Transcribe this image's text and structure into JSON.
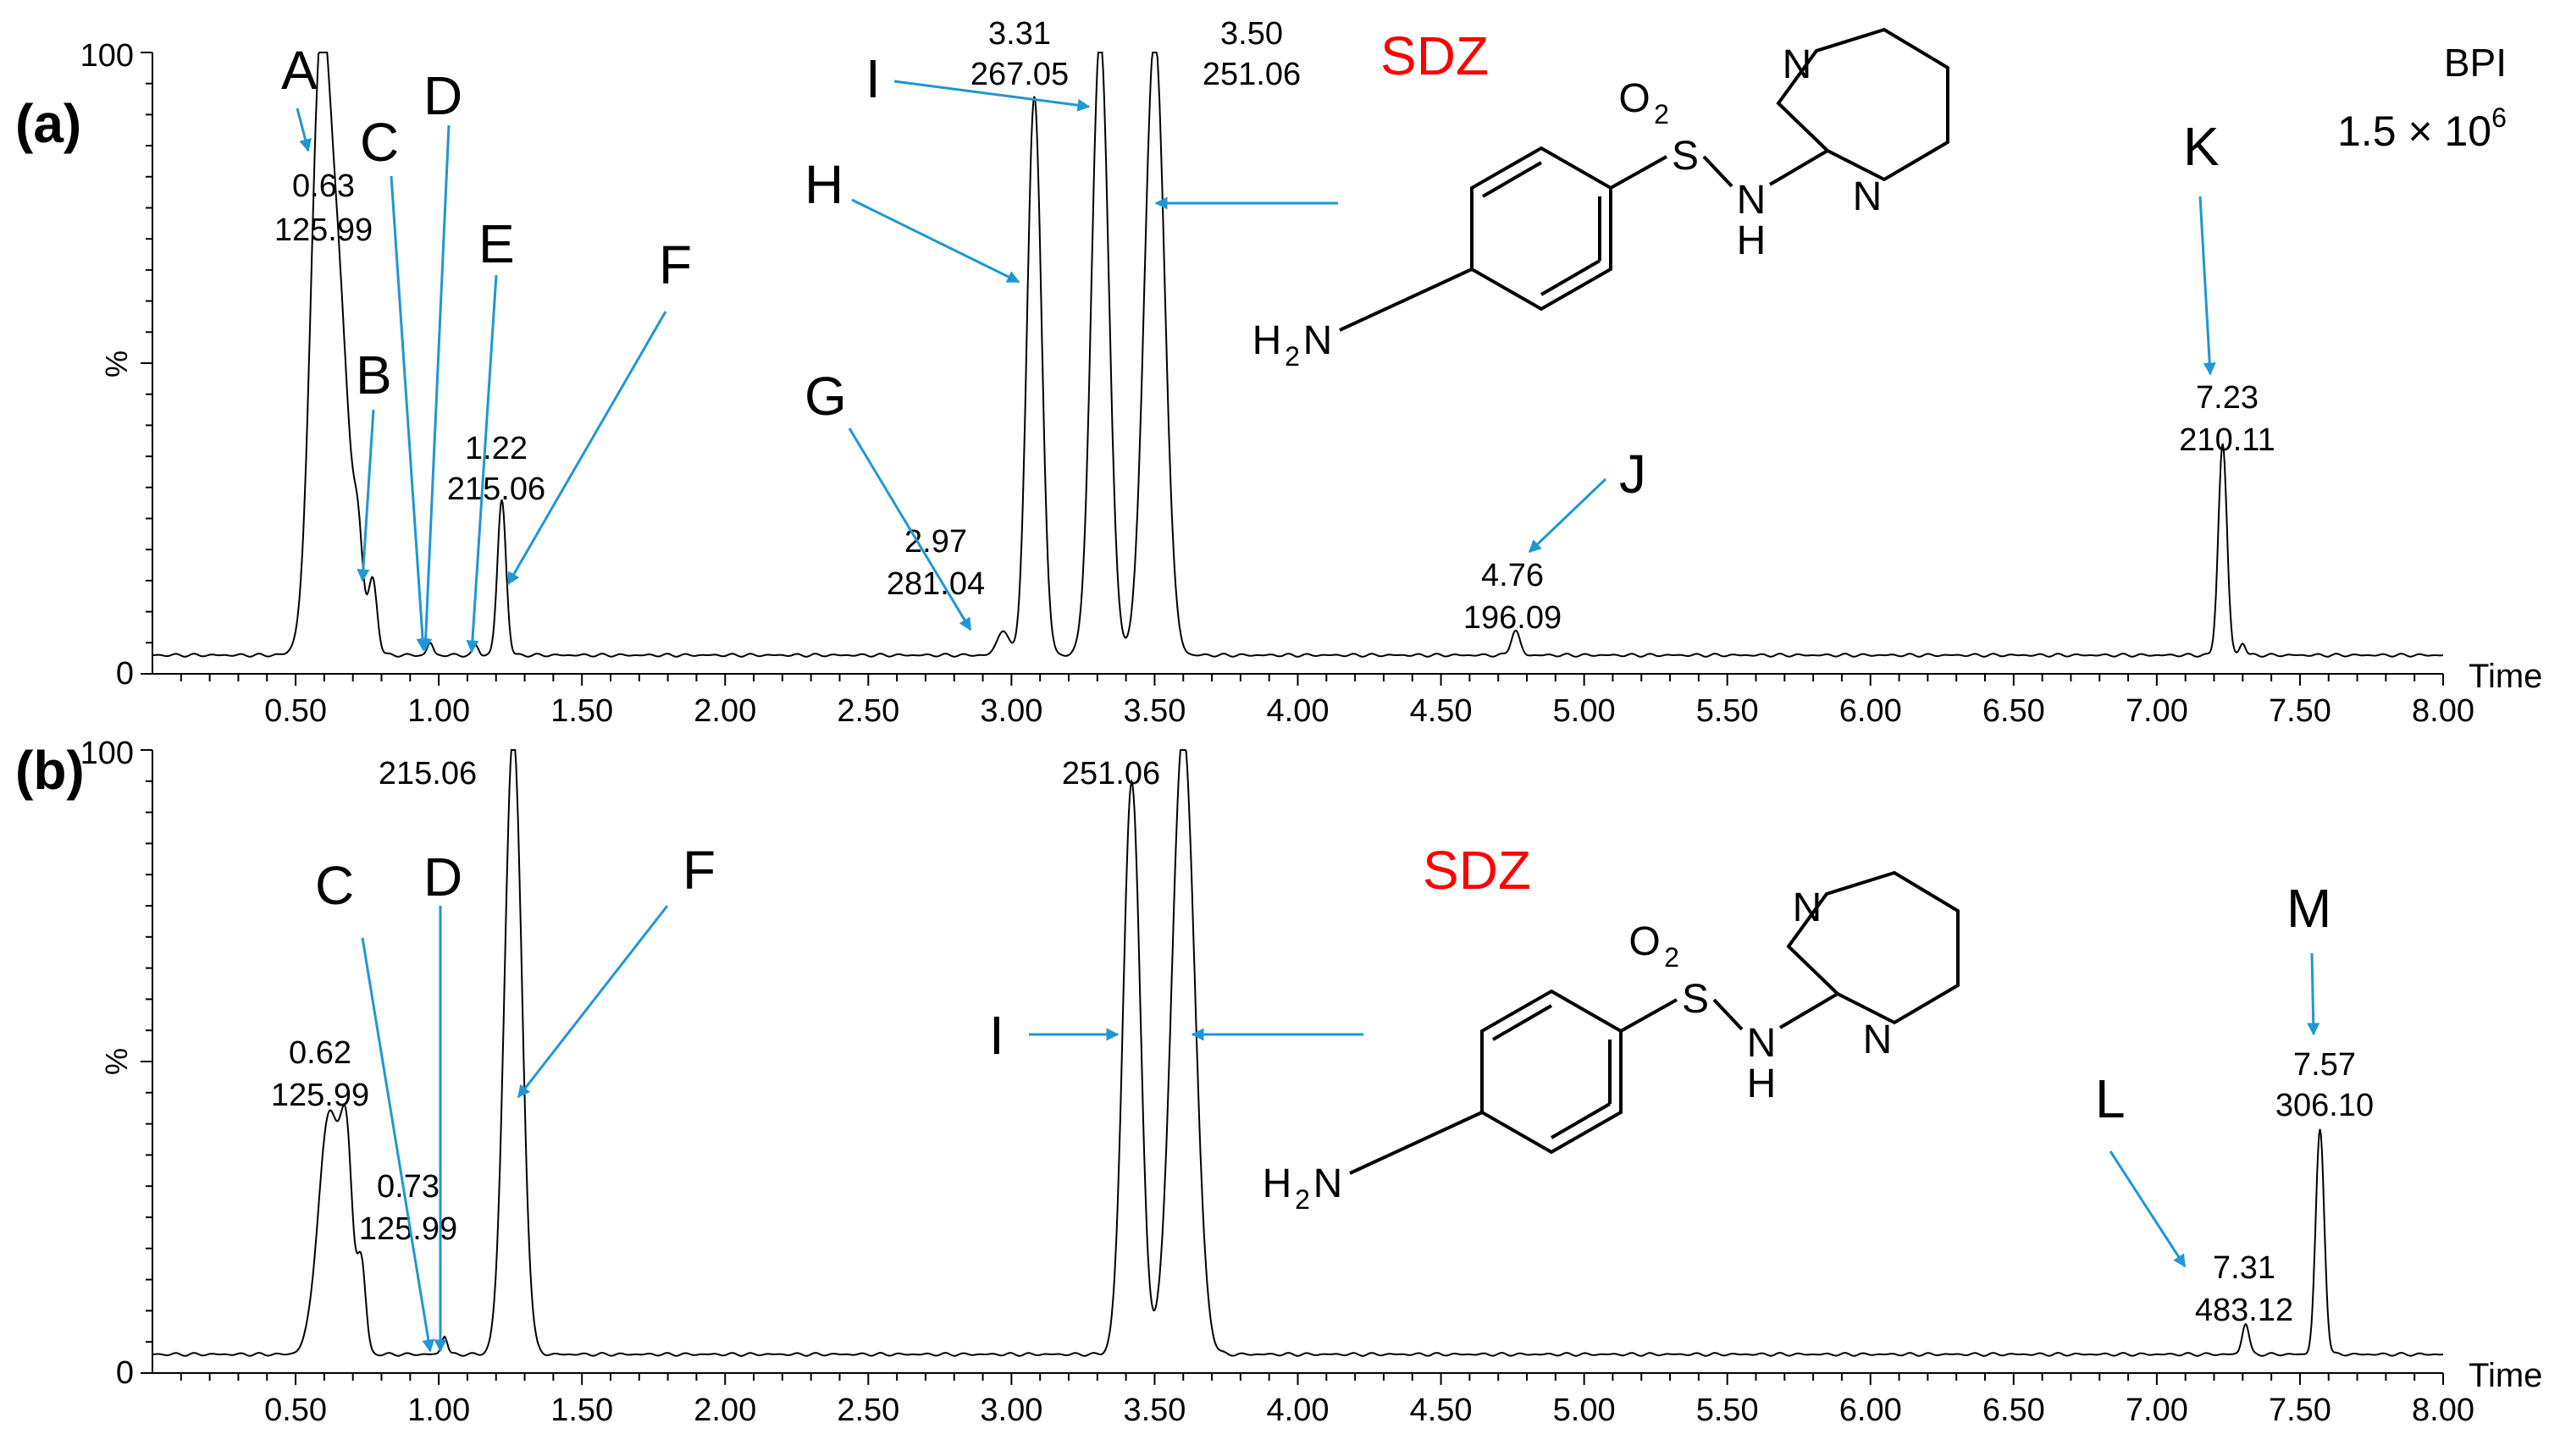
{
  "colors": {
    "arrow": "#1f97d4",
    "trace": "#000000",
    "sdz": "#ff0000"
  },
  "header": {
    "bpi": "BPI",
    "intensity": "1.5 × 10",
    "intensity_exp": "6"
  },
  "chart_data": [
    {
      "type": "line",
      "panel": "(a)",
      "xlabel": "Time",
      "ylabel": "%",
      "xlim": [
        0.0,
        8.0
      ],
      "ylim": [
        0,
        100
      ],
      "y_tick_labels": [
        "0",
        "100"
      ],
      "x_ticks": [
        "0.50",
        "1.00",
        "1.50",
        "2.00",
        "2.50",
        "3.00",
        "3.50",
        "4.00",
        "4.50",
        "5.00",
        "5.50",
        "6.00",
        "6.50",
        "7.00",
        "7.50",
        "8.00"
      ],
      "baseline": 3,
      "peaks": [
        {
          "rt": 0.63,
          "height": 69,
          "width": 0.05
        },
        {
          "rt": 0.58,
          "height": 55,
          "width": 0.03
        },
        {
          "rt": 0.72,
          "height": 10,
          "width": 0.015
        },
        {
          "rt": 0.77,
          "height": 11,
          "width": 0.015
        },
        {
          "rt": 0.97,
          "height": 2,
          "width": 0.01
        },
        {
          "rt": 1.13,
          "height": 1.5,
          "width": 0.01
        },
        {
          "rt": 1.22,
          "height": 25,
          "width": 0.015
        },
        {
          "rt": 2.97,
          "height": 4,
          "width": 0.02
        },
        {
          "rt": 3.08,
          "height": 90,
          "width": 0.025
        },
        {
          "rt": 3.31,
          "height": 100,
          "width": 0.03
        },
        {
          "rt": 3.5,
          "height": 100,
          "width": 0.035
        },
        {
          "rt": 4.76,
          "height": 4,
          "width": 0.015
        },
        {
          "rt": 7.23,
          "height": 34,
          "width": 0.015
        },
        {
          "rt": 7.3,
          "height": 2,
          "width": 0.01
        }
      ],
      "peak_labels": [
        {
          "line1": "0.63",
          "line2": "125.99"
        },
        {
          "line1": "1.22",
          "line2": "215.06"
        },
        {
          "line1": "2.97",
          "line2": "281.04"
        },
        {
          "line1": "3.31",
          "line2": "267.05"
        },
        {
          "line1": "3.50",
          "line2": "251.06"
        },
        {
          "line1": "4.76",
          "line2": "196.09"
        },
        {
          "line1": "7.23",
          "line2": "210.11"
        }
      ],
      "annotations": [
        "A",
        "B",
        "C",
        "D",
        "E",
        "F",
        "G",
        "H",
        "I",
        "J",
        "K"
      ],
      "compound": {
        "name": "SDZ",
        "o2": "O",
        "o2_sub": "2",
        "s": "S",
        "n_top": "N",
        "n_bottom": "N",
        "nh_n": "N",
        "nh_h": "H",
        "h2n_h": "H",
        "h2n_sub": "2",
        "h2n_n": "N"
      }
    },
    {
      "type": "line",
      "panel": "(b)",
      "xlabel": "Time",
      "ylabel": "%",
      "xlim": [
        0.0,
        8.0
      ],
      "ylim": [
        0,
        100
      ],
      "y_tick_labels": [
        "0",
        "100"
      ],
      "x_ticks": [
        "0.50",
        "1.00",
        "1.50",
        "2.00",
        "2.50",
        "3.00",
        "3.50",
        "4.00",
        "4.50",
        "5.00",
        "5.50",
        "6.00",
        "6.50",
        "7.00",
        "7.50",
        "8.00"
      ],
      "baseline": 3,
      "peaks": [
        {
          "rt": 0.62,
          "height": 39,
          "width": 0.04
        },
        {
          "rt": 0.68,
          "height": 25,
          "width": 0.02
        },
        {
          "rt": 0.73,
          "height": 14,
          "width": 0.015
        },
        {
          "rt": 1.02,
          "height": 3,
          "width": 0.01
        },
        {
          "rt": 1.26,
          "height": 100,
          "width": 0.03
        },
        {
          "rt": 3.42,
          "height": 92,
          "width": 0.03
        },
        {
          "rt": 3.6,
          "height": 100,
          "width": 0.04
        },
        {
          "rt": 7.31,
          "height": 5,
          "width": 0.012
        },
        {
          "rt": 7.57,
          "height": 36,
          "width": 0.015
        }
      ],
      "peak_labels": [
        {
          "line1": "0.62",
          "line2": "125.99"
        },
        {
          "line1": "0.73",
          "line2": "125.99"
        },
        {
          "line1": "",
          "line2": "215.06"
        },
        {
          "line1": "",
          "line2": "251.06"
        },
        {
          "line1": "7.31",
          "line2": "483.12"
        },
        {
          "line1": "7.57",
          "line2": "306.10"
        }
      ],
      "annotations": [
        "C",
        "D",
        "F",
        "I",
        "L",
        "M"
      ],
      "compound": {
        "name": "SDZ",
        "o2": "O",
        "o2_sub": "2",
        "s": "S",
        "n_top": "N",
        "n_bottom": "N",
        "nh_n": "N",
        "nh_h": "H",
        "h2n_h": "H",
        "h2n_sub": "2",
        "h2n_n": "N"
      }
    }
  ]
}
